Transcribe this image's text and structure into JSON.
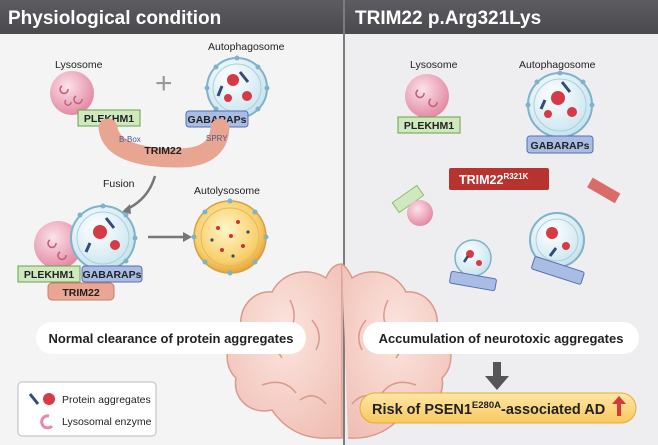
{
  "left": {
    "title": "Physiological condition",
    "lysosome": "Lysosome",
    "autophagosome": "Autophagosome",
    "plekhm1": "PLEKHM1",
    "gabaraps": "GABARAPs",
    "trim22": "TRIM22",
    "bbox": "B-Box",
    "spry": "SPRY",
    "fusion": "Fusion",
    "autolysosome": "Autolysosome",
    "plekhm1_b": "PLEKHM1",
    "gabaraps_b": "GABARAPs",
    "trim22_b": "TRIM22",
    "result": "Normal clearance of protein aggregates"
  },
  "right": {
    "title": "TRIM22 p.Arg321Lys",
    "lysosome": "Lysosome",
    "autophagosome": "Autophagosome",
    "plekhm1": "PLEKHM1",
    "gabaraps": "GABARAPs",
    "mutant_base": "TRIM22",
    "mutant_sup": "R321K",
    "result": "Accumulation of neurotoxic aggregates",
    "risk_pre": "Risk of PSEN1",
    "risk_sup": "E280A",
    "risk_post": "-associated AD"
  },
  "legend": {
    "protein": "Protein aggregates",
    "enzyme": "Lysosomal enzyme"
  }
}
